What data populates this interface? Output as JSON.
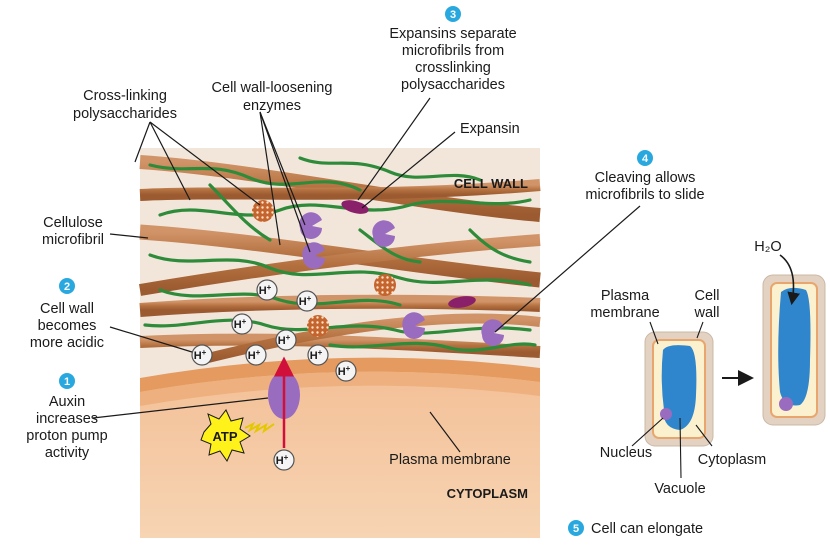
{
  "labels": {
    "cross_linking": [
      "Cross-linking",
      "polysaccharides"
    ],
    "loosening": [
      "Cell wall-loosening",
      "enzymes"
    ],
    "expansins_sep": [
      "Expansins separate",
      "microfibrils from",
      "crosslinking",
      "polysaccharides"
    ],
    "expansin": "Expansin",
    "cell_wall": "CELL WALL",
    "cleaving": [
      "Cleaving allows",
      "microfibrils to slide"
    ],
    "cellulose": [
      "Cellulose",
      "microfibril"
    ],
    "acidic": [
      "Cell wall",
      "becomes",
      "more acidic"
    ],
    "auxin": [
      "Auxin",
      "increases",
      "proton pump",
      "activity"
    ],
    "plasma_membrane": "Plasma membrane",
    "cytoplasm_caps": "CYTOPLASM",
    "atp": "ATP",
    "h_ion": "H",
    "h_sup": "+",
    "cell_plasma": [
      "Plasma",
      "membrane"
    ],
    "cell_wall_small": [
      "Cell",
      "wall"
    ],
    "water": "H₂O",
    "nucleus": "Nucleus",
    "cytoplasm": "Cytoplasm",
    "vacuole": "Vacuole",
    "elongate": "Cell can elongate"
  },
  "steps": {
    "s1": "1",
    "s2": "2",
    "s3": "3",
    "s4": "4",
    "s5": "5"
  },
  "colors": {
    "step_badge": "#29a8df",
    "wall_bg": "#f2e6db",
    "microfibril": "#b8764a",
    "polysaccharide": "#2e8b3a",
    "enzyme": "#9a6cc0",
    "expansin": "#8a1f6a",
    "membrane": "#e6a06a",
    "cytoplasm": "#f5c9a1",
    "vacuole": "#2f86cc",
    "proton_arrow": "#d0103a"
  }
}
